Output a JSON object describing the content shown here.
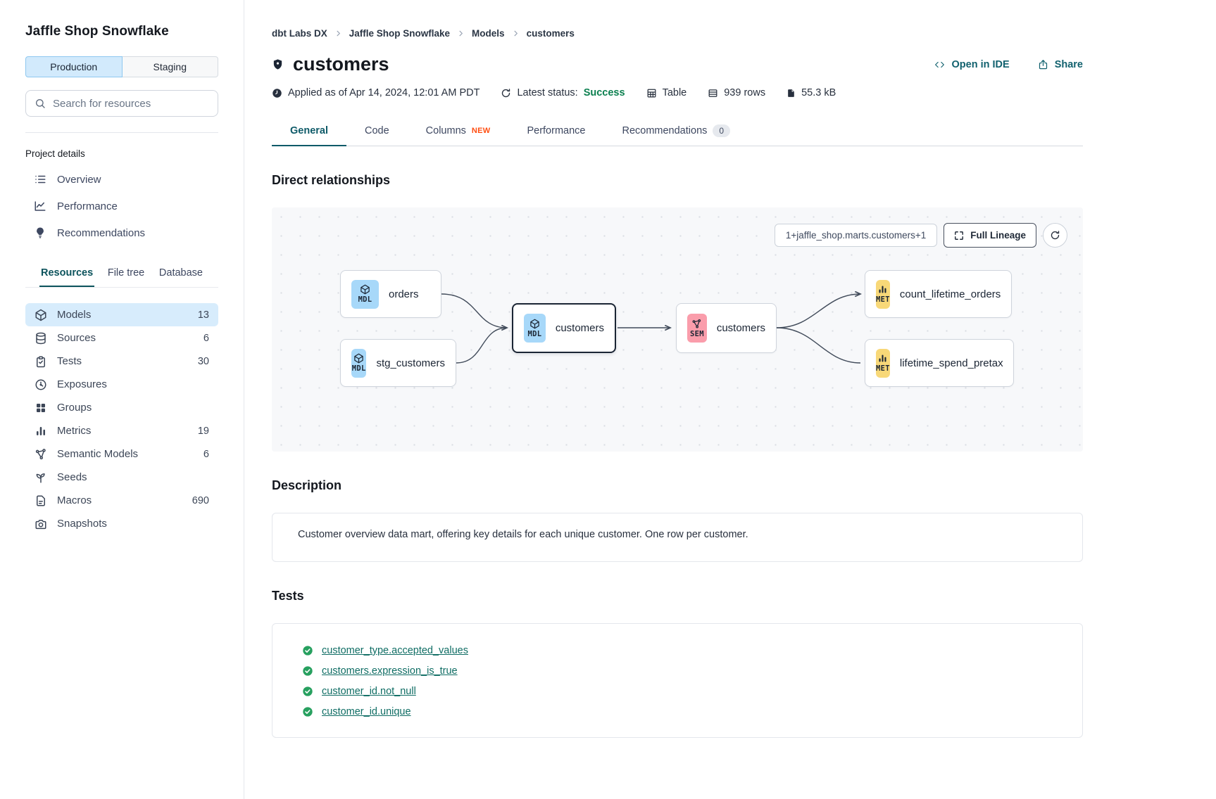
{
  "sidebar": {
    "title": "Jaffle Shop Snowflake",
    "env_tabs": [
      {
        "label": "Production",
        "active": true
      },
      {
        "label": "Staging",
        "active": false
      }
    ],
    "search_placeholder": "Search for resources",
    "section_label": "Project details",
    "project_items": [
      {
        "label": "Overview",
        "icon": "list-icon"
      },
      {
        "label": "Performance",
        "icon": "line-chart-icon"
      },
      {
        "label": "Recommendations",
        "icon": "lightbulb-icon"
      }
    ],
    "resource_tabs": [
      {
        "label": "Resources",
        "active": true
      },
      {
        "label": "File tree",
        "active": false
      },
      {
        "label": "Database",
        "active": false
      }
    ],
    "resources": [
      {
        "label": "Models",
        "count": "13",
        "icon": "cube-icon",
        "active": true
      },
      {
        "label": "Sources",
        "count": "6",
        "icon": "database-icon"
      },
      {
        "label": "Tests",
        "count": "30",
        "icon": "clipboard-check-icon"
      },
      {
        "label": "Exposures",
        "count": "",
        "icon": "gauge-icon"
      },
      {
        "label": "Groups",
        "count": "",
        "icon": "grid-icon"
      },
      {
        "label": "Metrics",
        "count": "19",
        "icon": "bar-chart-icon"
      },
      {
        "label": "Semantic Models",
        "count": "6",
        "icon": "semantic-icon"
      },
      {
        "label": "Seeds",
        "count": "",
        "icon": "seedling-icon"
      },
      {
        "label": "Macros",
        "count": "690",
        "icon": "file-icon"
      },
      {
        "label": "Snapshots",
        "count": "",
        "icon": "camera-icon"
      }
    ]
  },
  "header": {
    "breadcrumb": [
      "dbt Labs DX",
      "Jaffle Shop Snowflake",
      "Models",
      "customers"
    ],
    "title": "customers",
    "actions": {
      "open_in_ide": "Open in IDE",
      "share": "Share"
    },
    "meta": {
      "applied": "Applied as of Apr 14, 2024, 12:01 AM PDT",
      "status_label": "Latest status:",
      "status_value": "Success",
      "materialization": "Table",
      "rows": "939 rows",
      "size": "55.3 kB"
    },
    "tabs": [
      {
        "label": "General",
        "active": true
      },
      {
        "label": "Code"
      },
      {
        "label": "Columns",
        "badge": "NEW"
      },
      {
        "label": "Performance"
      },
      {
        "label": "Recommendations",
        "count": "0"
      }
    ]
  },
  "lineage": {
    "heading": "Direct relationships",
    "selection": "1+jaffle_shop.marts.customers+1",
    "full_lineage_label": "Full Lineage",
    "nodes": [
      {
        "type": "model",
        "badge": "MDL",
        "label": "orders"
      },
      {
        "type": "model",
        "badge": "MDL",
        "label": "stg_customers"
      },
      {
        "type": "model",
        "badge": "MDL",
        "label": "customers",
        "selected": true
      },
      {
        "type": "semantic_model",
        "badge": "SEM",
        "label": "customers"
      },
      {
        "type": "metric",
        "badge": "MET",
        "label": "count_lifetime_orders"
      },
      {
        "type": "metric",
        "badge": "MET",
        "label": "lifetime_spend_pretax"
      }
    ]
  },
  "description": {
    "heading": "Description",
    "text": "Customer overview data mart, offering key details for each unique customer. One row per customer."
  },
  "tests": {
    "heading": "Tests",
    "items": [
      "customer_type.accepted_values",
      "customers.expression_is_true",
      "customer_id.not_null",
      "customer_id.unique"
    ]
  },
  "colors": {
    "accent_teal": "#11616e",
    "active_tab_teal": "#0e5a68",
    "success_green": "#0c8050",
    "check_green": "#27a05f",
    "new_badge_orange": "#ff4e11",
    "selected_item_blue": "#d7ecfc",
    "model_badge_blue": "#a7d8f9",
    "semantic_badge_pink": "#fa9dab",
    "metric_badge_yellow": "#f8d878",
    "graph_background": "#f7f8fa"
  }
}
